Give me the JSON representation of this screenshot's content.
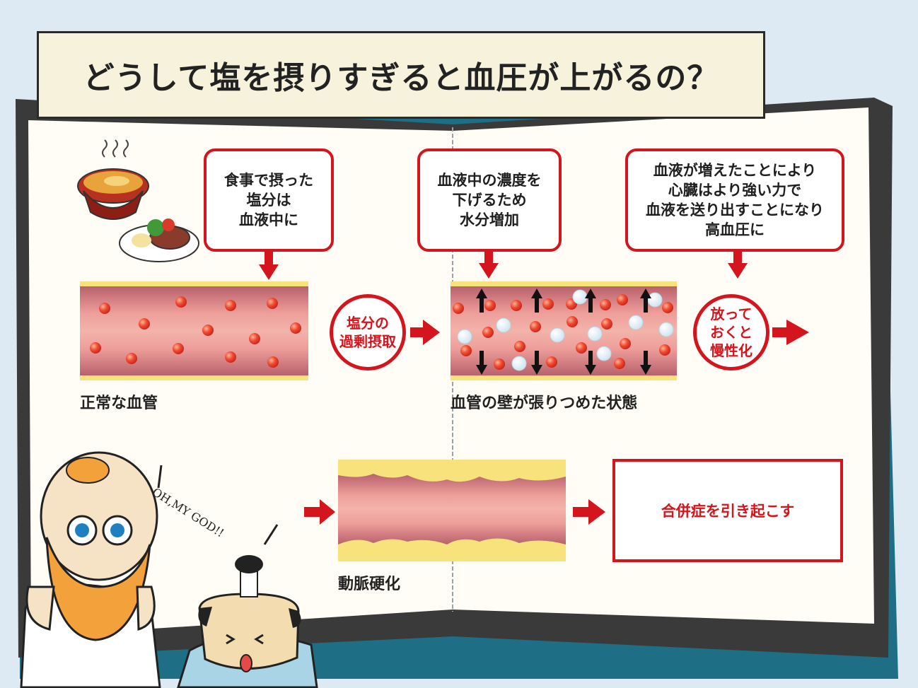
{
  "title": "どうして塩を摂りすぎると血圧が上がるの？",
  "callouts": [
    {
      "text": "食事で摂った\n塩分は\n血液中に"
    },
    {
      "text": "血液中の濃度を\n下げるため\n水分増加"
    },
    {
      "text": "血液が増えたことにより\n心臓はより強い力で\n血液を送り出すことになり\n高血圧に"
    }
  ],
  "circles": [
    {
      "text": "塩分の\n過剰摂取"
    },
    {
      "text": "放って\nおくと\n慢性化"
    }
  ],
  "vessel_labels": {
    "normal": "正常な血管",
    "tense": "血管の壁が張りつめた状態",
    "sclerosis": "動脈硬化"
  },
  "result": "合併症を引き起こす",
  "exclamation": "OH,MY GOD!!",
  "colors": {
    "accent_red": "#d4151d",
    "vessel_pink": "#e89a9a",
    "vessel_wall": "#f5e17a",
    "page": "#fffdf6",
    "background": "#dde9f3",
    "book_cover": "#1e6f86"
  },
  "icons": [
    "food-illustration-icon",
    "down-arrow-icon",
    "right-arrow-icon",
    "red-blood-cell-icon",
    "water-droplet-icon",
    "pressure-arrow-icon",
    "professor-character-icon",
    "samurai-character-icon"
  ]
}
